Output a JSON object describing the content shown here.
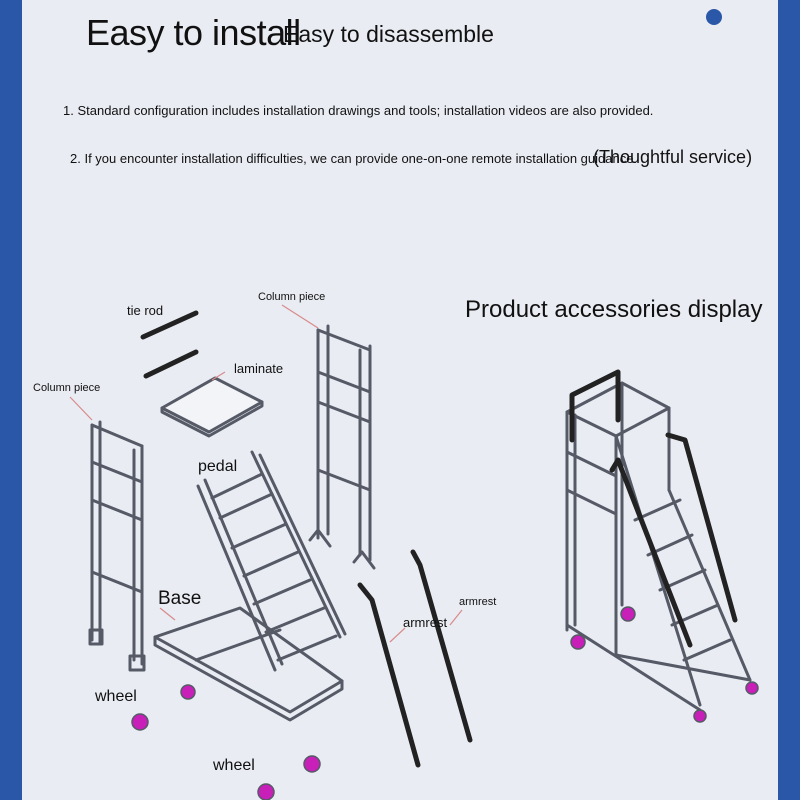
{
  "header": {
    "title": "Easy to install",
    "subtitle": "Easy to disassemble"
  },
  "notes": {
    "item1": "1. Standard configuration includes installation drawings and tools; installation videos are also provided.",
    "item2": "2. If you encounter installation difficulties, we can provide one-on-one remote installation guidance.",
    "item2_aside": "(Thoughtful service)"
  },
  "accessories": {
    "title": "Product accessories display"
  },
  "parts": {
    "tie_rod": "tie rod",
    "column_piece_top": "Column piece",
    "column_piece_left": "Column piece",
    "laminate": "laminate",
    "pedal": "pedal",
    "base": "Base",
    "armrest_left": "armrest",
    "armrest_right": "armrest",
    "wheel_left": "wheel",
    "wheel_bottom": "wheel"
  },
  "colors": {
    "frame": "#2b57a8",
    "panel": "#e9ecf3",
    "line": "#555a66",
    "wheel": "#c81fb8",
    "leader": "#d98a8a"
  }
}
